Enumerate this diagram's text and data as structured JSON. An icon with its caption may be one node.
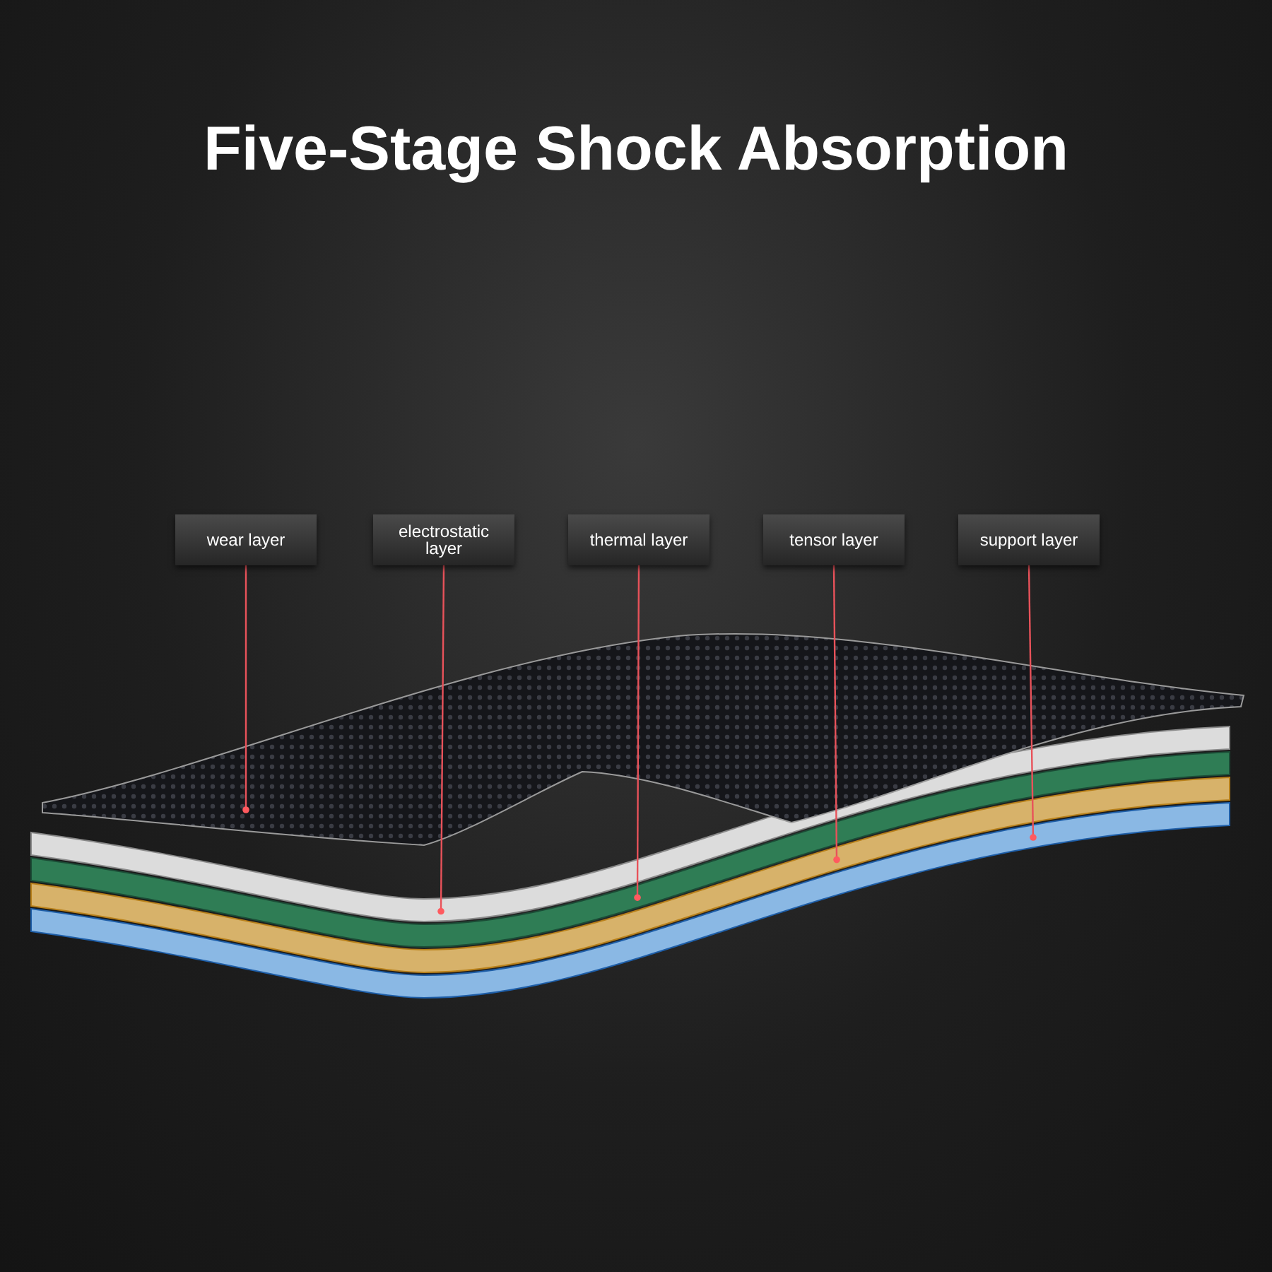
{
  "diagram": {
    "title": "Five-Stage Shock Absorption",
    "nodes": [
      {
        "text": [
          "wear layer"
        ]
      },
      {
        "text": [
          "electrostatic layer"
        ]
      },
      {
        "text": [
          "thermal layer"
        ]
      },
      {
        "text": [
          "tensor layer"
        ]
      },
      {
        "text": [
          "support layer"
        ]
      },
      {
        "text": [],
        "shape": "picture"
      },
      {
        "text": [],
        "shape": "picture"
      },
      {
        "text": [],
        "shape": "picture"
      },
      {
        "text": [],
        "shape": "picture"
      },
      {
        "text": [],
        "shape": "picture"
      }
    ],
    "edges": [
      {
        "from": 0,
        "to": 5,
        "arrow": "other"
      },
      {
        "from": 1,
        "to": 6,
        "arrow": "other"
      },
      {
        "from": 2,
        "to": 7,
        "arrow": "other"
      },
      {
        "from": 3,
        "to": 8,
        "arrow": "other"
      },
      {
        "from": 4,
        "to": 9,
        "arrow": "other"
      }
    ]
  }
}
